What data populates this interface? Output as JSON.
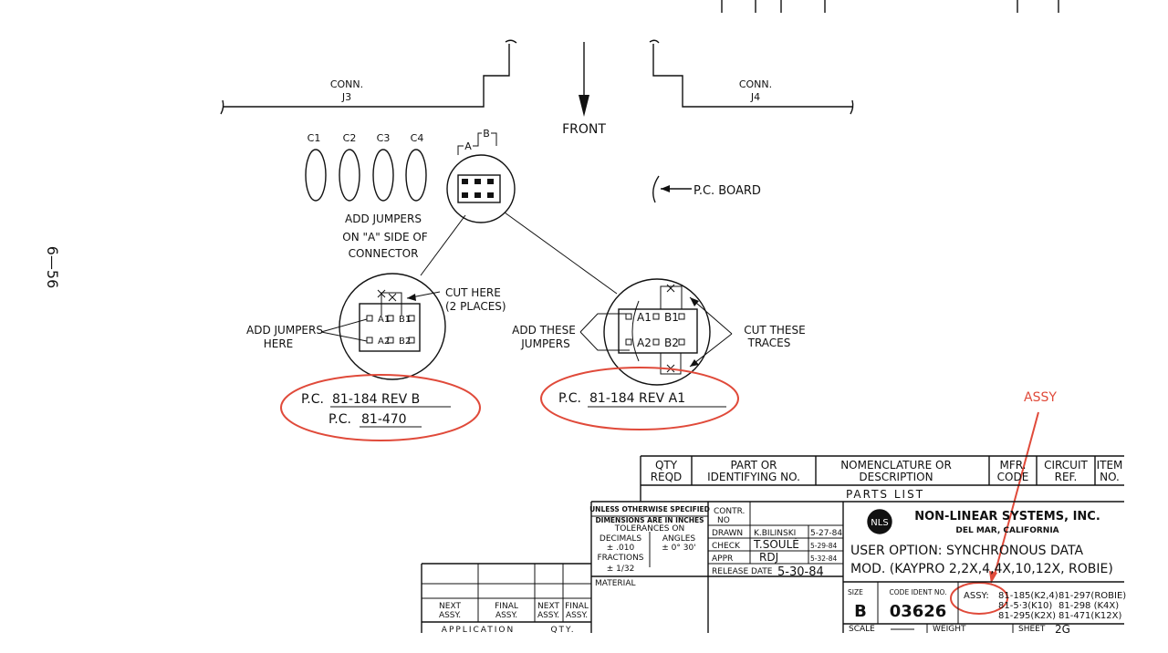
{
  "page_number": "6—56",
  "connectors": {
    "left": "CONN.\nJ3",
    "left_l1": "CONN.",
    "left_l2": "J3",
    "right_l1": "CONN.",
    "right_l2": "J4"
  },
  "front_label": "FRONT",
  "pc_board_label": "P.C. BOARD",
  "caps": [
    "C1",
    "C2",
    "C3",
    "C4"
  ],
  "jumper_ab": {
    "a": "A",
    "b": "B"
  },
  "add_jumpers_note": [
    "ADD JUMPERS",
    "ON \"A\" SIDE OF",
    "CONNECTOR"
  ],
  "left_detail": {
    "cut_here": [
      "CUT HERE",
      "(2 PLACES)"
    ],
    "add_jumpers": [
      "ADD JUMPERS",
      "HERE"
    ],
    "pins": [
      "A1",
      "B1",
      "A2",
      "B2"
    ],
    "pc1": "P.C.",
    "pc1_val": "81-184   REV B",
    "pc2": "P.C.",
    "pc2_val": "81-470"
  },
  "right_detail": {
    "add_these": [
      "ADD THESE",
      "JUMPERS"
    ],
    "cut_these": [
      "CUT THESE",
      "TRACES"
    ],
    "pins": [
      "A1",
      "B1",
      "A2",
      "B2"
    ],
    "pc": "P.C.",
    "pc_val": "81-184    REV A1"
  },
  "annotation": {
    "label": "ASSY",
    "color": "#e04a3a"
  },
  "parts_header": {
    "qty": [
      "QTY",
      "REQD"
    ],
    "part": [
      "PART OR",
      "IDENTIFYING NO."
    ],
    "nomen": [
      "NOMENCLATURE OR",
      "DESCRIPTION"
    ],
    "mfr": [
      "MFR.",
      "CODE"
    ],
    "circuit": [
      "CIRCUIT",
      "REF."
    ],
    "item": [
      "ITEM",
      "NO."
    ],
    "parts_list": "PARTS LIST"
  },
  "tolerances": {
    "l1": "UNLESS OTHERWISE SPECIFIED",
    "l2": "DIMENSIONS ARE IN INCHES",
    "l3": "TOLERANCES ON",
    "decimals": "DECIMALS",
    "angles": "ANGLES",
    "dec_val": "± .010",
    "ang_val": "± 0° 30'",
    "fractions": "FRACTIONS",
    "frac_val": "± 1/32",
    "material": "MATERIAL"
  },
  "approvals": {
    "contr": [
      "CONTR.",
      "NO"
    ],
    "drawn": "DRAWN",
    "drawn_name": "K.BILINSKI",
    "drawn_date": "5-27-84",
    "check": "CHECK",
    "check_name": "T.SOULÉ",
    "check_date": "5-29-84",
    "appr": "APPR",
    "appr_name": "RDJ",
    "appr_date": "5-32-84",
    "release": "RELEASE DATE",
    "release_val": "5-30-84"
  },
  "company": {
    "logo": "NLS",
    "name": "NON-LINEAR SYSTEMS, INC.",
    "location": "DEL MAR, CALIFORNIA"
  },
  "title": [
    "USER OPTION: SYNCHRONOUS DATA",
    "MOD. (KAYPRO 2,2X,4,4X,10,12X, ROBIE)"
  ],
  "size": {
    "label": "SIZE",
    "value": "B"
  },
  "code_ident": {
    "label": "CODE IDENT NO.",
    "value": "03626"
  },
  "assy": {
    "label": "ASSY:",
    "lines": [
      [
        "81-185(K2,4)",
        "81-297(ROBIE)"
      ],
      [
        "81-5·3(K10)",
        "81-298 (K4X)"
      ],
      [
        "81-295(K2X)",
        "81-471(K12X)"
      ]
    ]
  },
  "scale": "SCALE",
  "weight": "WEIGHT",
  "sheet": "SHEET",
  "sheet_val": "2G",
  "application": {
    "next_assy": [
      "NEXT",
      "ASSY."
    ],
    "final_assy": [
      "FINAL",
      "ASSY."
    ],
    "next_assy2": [
      "NEXT",
      "ASSY."
    ],
    "final_assy2": [
      "FINAL",
      "ASSY."
    ],
    "application": "APPLICATION",
    "qty": "QTY."
  }
}
